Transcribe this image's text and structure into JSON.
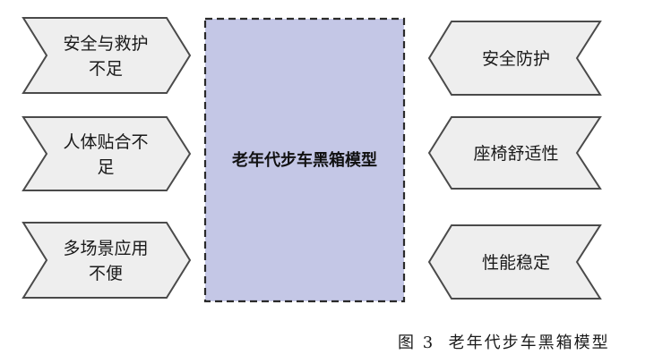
{
  "center": {
    "label": "老年代步车黑箱模型",
    "fill": "#c4c7e6"
  },
  "left_items": [
    {
      "line1": "安全与救护",
      "line2": "不足"
    },
    {
      "line1": "人体贴合不",
      "line2": "足"
    },
    {
      "line1": "多场景应用",
      "line2": "不便"
    }
  ],
  "right_items": [
    {
      "label": "安全防护"
    },
    {
      "label": "座椅舒适性"
    },
    {
      "label": "性能稳定"
    }
  ],
  "caption": "图 3  老年代步车黑箱模型",
  "colors": {
    "shape_fill": "#eeeeee",
    "shape_stroke": "#4a4a4a"
  }
}
